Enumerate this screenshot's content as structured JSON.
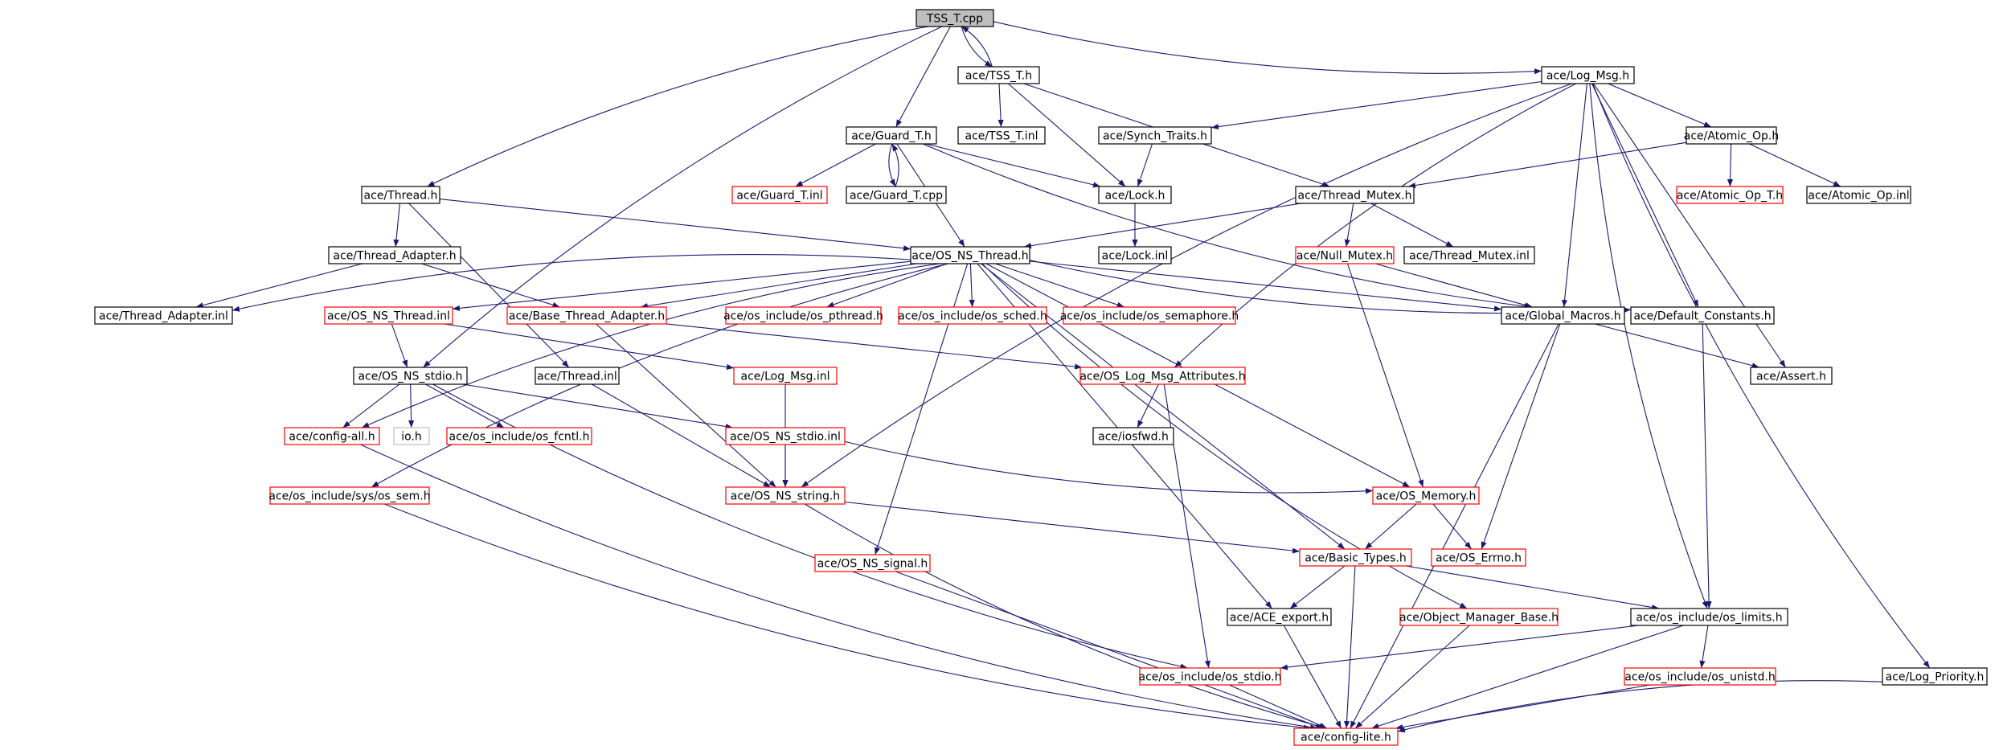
{
  "title": "",
  "colors": {
    "edge": "#191970",
    "root_fill": "#bfbfbf",
    "documented_border": "#000000",
    "undocumented_border": "#ff0000",
    "external_border": "#bfbfbf"
  },
  "nodes": {
    "tss_t_cpp": {
      "label": "TSS_T.cpp",
      "kind": "root"
    },
    "tss_t_h": {
      "label": "ace/TSS_T.h",
      "kind": "doc"
    },
    "log_msg_h": {
      "label": "ace/Log_Msg.h",
      "kind": "doc"
    },
    "guard_t_h": {
      "label": "ace/Guard_T.h",
      "kind": "doc"
    },
    "tss_t_inl": {
      "label": "ace/TSS_T.inl",
      "kind": "doc"
    },
    "synch_traits_h": {
      "label": "ace/Synch_Traits.h",
      "kind": "doc"
    },
    "atomic_op_h": {
      "label": "ace/Atomic_Op.h",
      "kind": "doc"
    },
    "guard_t_inl": {
      "label": "ace/Guard_T.inl",
      "kind": "red"
    },
    "guard_t_cpp": {
      "label": "ace/Guard_T.cpp",
      "kind": "doc"
    },
    "lock_h": {
      "label": "ace/Lock.h",
      "kind": "doc"
    },
    "thread_mutex_h": {
      "label": "ace/Thread_Mutex.h",
      "kind": "doc"
    },
    "atomic_op_t_h": {
      "label": "ace/Atomic_Op_T.h",
      "kind": "red"
    },
    "atomic_op_inl": {
      "label": "ace/Atomic_Op.inl",
      "kind": "doc"
    },
    "thread_h": {
      "label": "ace/Thread.h",
      "kind": "doc"
    },
    "lock_inl": {
      "label": "ace/Lock.inl",
      "kind": "doc"
    },
    "thread_adapter_h": {
      "label": "ace/Thread_Adapter.h",
      "kind": "doc"
    },
    "os_ns_thread_h": {
      "label": "ace/OS_NS_Thread.h",
      "kind": "doc"
    },
    "null_mutex_h": {
      "label": "ace/Null_Mutex.h",
      "kind": "red"
    },
    "thread_mutex_inl": {
      "label": "ace/Thread_Mutex.inl",
      "kind": "doc"
    },
    "thread_adapter_inl": {
      "label": "ace/Thread_Adapter.inl",
      "kind": "doc"
    },
    "os_ns_thread_inl": {
      "label": "ace/OS_NS_Thread.inl",
      "kind": "red"
    },
    "base_thread_adapter_h": {
      "label": "ace/Base_Thread_Adapter.h",
      "kind": "red"
    },
    "os_pthread_h": {
      "label": "ace/os_include/os_pthread.h",
      "kind": "red"
    },
    "os_sched_h": {
      "label": "ace/os_include/os_sched.h",
      "kind": "red"
    },
    "os_semaphore_h": {
      "label": "ace/os_include/os_semaphore.h",
      "kind": "red"
    },
    "global_macros_h": {
      "label": "ace/Global_Macros.h",
      "kind": "doc"
    },
    "default_constants_h": {
      "label": "ace/Default_Constants.h",
      "kind": "doc"
    },
    "os_ns_stdio_h": {
      "label": "ace/OS_NS_stdio.h",
      "kind": "doc"
    },
    "thread_inl": {
      "label": "ace/Thread.inl",
      "kind": "doc"
    },
    "log_msg_inl": {
      "label": "ace/Log_Msg.inl",
      "kind": "red"
    },
    "os_log_msg_attributes_h": {
      "label": "ace/OS_Log_Msg_Attributes.h",
      "kind": "red"
    },
    "assert_h": {
      "label": "ace/Assert.h",
      "kind": "doc"
    },
    "config_all_h": {
      "label": "ace/config-all.h",
      "kind": "red"
    },
    "io_h": {
      "label": "io.h",
      "kind": "ext"
    },
    "os_fcntl_h": {
      "label": "ace/os_include/os_fcntl.h",
      "kind": "red"
    },
    "os_ns_stdio_inl": {
      "label": "ace/OS_NS_stdio.inl",
      "kind": "red"
    },
    "iosfwd_h": {
      "label": "ace/iosfwd.h",
      "kind": "doc"
    },
    "os_sem_h": {
      "label": "ace/os_include/sys/os_sem.h",
      "kind": "red"
    },
    "os_ns_string_h": {
      "label": "ace/OS_NS_string.h",
      "kind": "red"
    },
    "os_memory_h": {
      "label": "ace/OS_Memory.h",
      "kind": "red"
    },
    "os_ns_signal_h": {
      "label": "ace/OS_NS_signal.h",
      "kind": "red"
    },
    "basic_types_h": {
      "label": "ace/Basic_Types.h",
      "kind": "red"
    },
    "os_errno_h": {
      "label": "ace/OS_Errno.h",
      "kind": "red"
    },
    "ace_export_h": {
      "label": "ace/ACE_export.h",
      "kind": "doc"
    },
    "object_manager_base_h": {
      "label": "ace/Object_Manager_Base.h",
      "kind": "red"
    },
    "os_limits_h": {
      "label": "ace/os_include/os_limits.h",
      "kind": "doc"
    },
    "os_stdio_h": {
      "label": "ace/os_include/os_stdio.h",
      "kind": "red"
    },
    "os_unistd_h": {
      "label": "ace/os_include/os_unistd.h",
      "kind": "red"
    },
    "log_priority_h": {
      "label": "ace/Log_Priority.h",
      "kind": "doc"
    },
    "config_lite_h": {
      "label": "ace/config-lite.h",
      "kind": "red"
    }
  },
  "edges": [
    [
      "tss_t_cpp",
      "tss_t_h"
    ],
    [
      "tss_t_h",
      "tss_t_cpp"
    ],
    [
      "tss_t_cpp",
      "log_msg_h"
    ],
    [
      "tss_t_cpp",
      "guard_t_h"
    ],
    [
      "tss_t_cpp",
      "thread_h"
    ],
    [
      "tss_t_cpp",
      "os_ns_stdio_h"
    ],
    [
      "tss_t_h",
      "tss_t_inl"
    ],
    [
      "tss_t_h",
      "lock_h"
    ],
    [
      "tss_t_h",
      "thread_mutex_h"
    ],
    [
      "log_msg_h",
      "synch_traits_h"
    ],
    [
      "log_msg_h",
      "atomic_op_h"
    ],
    [
      "log_msg_h",
      "os_log_msg_attributes_h"
    ],
    [
      "log_msg_h",
      "global_macros_h"
    ],
    [
      "log_msg_h",
      "default_constants_h"
    ],
    [
      "log_msg_h",
      "assert_h"
    ],
    [
      "log_msg_h",
      "os_limits_h"
    ],
    [
      "log_msg_h",
      "log_priority_h"
    ],
    [
      "log_msg_h",
      "os_ns_string_h"
    ],
    [
      "guard_t_h",
      "guard_t_inl"
    ],
    [
      "guard_t_h",
      "guard_t_cpp"
    ],
    [
      "guard_t_cpp",
      "guard_t_h"
    ],
    [
      "guard_t_h",
      "lock_h"
    ],
    [
      "guard_t_h",
      "os_ns_thread_h"
    ],
    [
      "guard_t_h",
      "global_macros_h"
    ],
    [
      "synch_traits_h",
      "lock_h"
    ],
    [
      "atomic_op_h",
      "thread_mutex_h"
    ],
    [
      "atomic_op_h",
      "atomic_op_t_h"
    ],
    [
      "atomic_op_h",
      "atomic_op_inl"
    ],
    [
      "lock_h",
      "lock_inl"
    ],
    [
      "thread_mutex_h",
      "os_ns_thread_h"
    ],
    [
      "thread_mutex_h",
      "null_mutex_h"
    ],
    [
      "thread_mutex_h",
      "thread_mutex_inl"
    ],
    [
      "thread_h",
      "thread_adapter_h"
    ],
    [
      "thread_h",
      "os_ns_thread_h"
    ],
    [
      "thread_h",
      "thread_inl"
    ],
    [
      "thread_adapter_h",
      "thread_adapter_inl"
    ],
    [
      "thread_adapter_h",
      "base_thread_adapter_h"
    ],
    [
      "null_mutex_h",
      "global_macros_h"
    ],
    [
      "null_mutex_h",
      "os_memory_h"
    ],
    [
      "os_ns_thread_h",
      "os_ns_thread_inl"
    ],
    [
      "os_ns_thread_h",
      "base_thread_adapter_h"
    ],
    [
      "os_ns_thread_h",
      "os_pthread_h"
    ],
    [
      "os_ns_thread_h",
      "os_sched_h"
    ],
    [
      "os_ns_thread_h",
      "os_semaphore_h"
    ],
    [
      "os_ns_thread_h",
      "global_macros_h"
    ],
    [
      "os_ns_thread_h",
      "default_constants_h"
    ],
    [
      "os_ns_thread_h",
      "config_all_h"
    ],
    [
      "os_ns_thread_h",
      "os_sem_h"
    ],
    [
      "os_ns_thread_h",
      "os_ns_signal_h"
    ],
    [
      "os_ns_thread_h",
      "ace_export_h"
    ],
    [
      "os_ns_thread_h",
      "basic_types_h"
    ],
    [
      "os_ns_thread_h",
      "os_memory_h"
    ],
    [
      "os_ns_thread_h",
      "object_manager_base_h"
    ],
    [
      "os_ns_thread_h",
      "thread_adapter_inl"
    ],
    [
      "os_ns_thread_inl",
      "os_ns_stdio_h"
    ],
    [
      "os_ns_thread_inl",
      "log_msg_inl"
    ],
    [
      "base_thread_adapter_h",
      "os_log_msg_attributes_h"
    ],
    [
      "base_thread_adapter_h",
      "os_ns_string_h"
    ],
    [
      "global_macros_h",
      "assert_h"
    ],
    [
      "global_macros_h",
      "os_errno_h"
    ],
    [
      "global_macros_h",
      "config_lite_h"
    ],
    [
      "default_constants_h",
      "os_limits_h"
    ],
    [
      "os_ns_stdio_h",
      "config_all_h"
    ],
    [
      "os_ns_stdio_h",
      "io_h"
    ],
    [
      "os_ns_stdio_h",
      "os_fcntl_h"
    ],
    [
      "os_ns_stdio_h",
      "os_ns_stdio_inl"
    ],
    [
      "os_ns_stdio_h",
      "os_stdio_h"
    ],
    [
      "thread_inl",
      "os_ns_string_h"
    ],
    [
      "log_msg_inl",
      "os_ns_string_h"
    ],
    [
      "os_log_msg_attributes_h",
      "iosfwd_h"
    ],
    [
      "os_log_msg_attributes_h",
      "os_stdio_h"
    ],
    [
      "config_all_h",
      "config_lite_h"
    ],
    [
      "os_ns_stdio_inl",
      "os_ns_string_h"
    ],
    [
      "os_ns_stdio_inl",
      "os_memory_h"
    ],
    [
      "os_sem_h",
      "config_lite_h"
    ],
    [
      "os_ns_string_h",
      "basic_types_h"
    ],
    [
      "os_ns_string_h",
      "config_lite_h"
    ],
    [
      "os_memory_h",
      "basic_types_h"
    ],
    [
      "os_memory_h",
      "os_errno_h"
    ],
    [
      "os_ns_signal_h",
      "config_lite_h"
    ],
    [
      "basic_types_h",
      "ace_export_h"
    ],
    [
      "basic_types_h",
      "os_limits_h"
    ],
    [
      "basic_types_h",
      "config_lite_h"
    ],
    [
      "ace_export_h",
      "config_lite_h"
    ],
    [
      "object_manager_base_h",
      "config_lite_h"
    ],
    [
      "os_limits_h",
      "os_stdio_h"
    ],
    [
      "os_limits_h",
      "os_unistd_h"
    ],
    [
      "os_limits_h",
      "config_lite_h"
    ],
    [
      "os_stdio_h",
      "config_lite_h"
    ],
    [
      "os_unistd_h",
      "config_lite_h"
    ],
    [
      "log_priority_h",
      "config_lite_h"
    ]
  ]
}
